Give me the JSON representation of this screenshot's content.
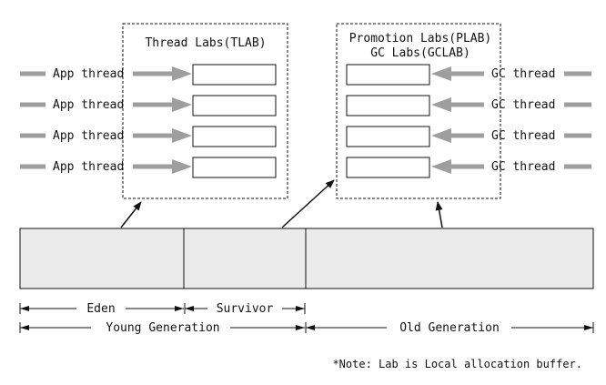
{
  "tlab_box": {
    "title": "Thread Labs(TLAB)"
  },
  "gc_box": {
    "title_line1": "Promotion Labs(PLAB)",
    "title_line2": "GC Labs(GCLAB)"
  },
  "app_threads": [
    "App thread",
    "App thread",
    "App thread",
    "App thread"
  ],
  "gc_threads": [
    "GC thread",
    "GC thread",
    "GC thread",
    "GC thread"
  ],
  "heap_regions": [
    "",
    "",
    ""
  ],
  "dimensions": {
    "eden": "Eden",
    "survivor": "Survivor",
    "young_generation": "Young Generation",
    "old_generation": "Old Generation"
  },
  "note": "*Note: Lab is Local allocation buffer.",
  "colors": {
    "thread_arrow": "#9e9e9e",
    "heap_fill": "#ebebeb",
    "line": "#111111",
    "buffer_fill": "#ffffff"
  }
}
